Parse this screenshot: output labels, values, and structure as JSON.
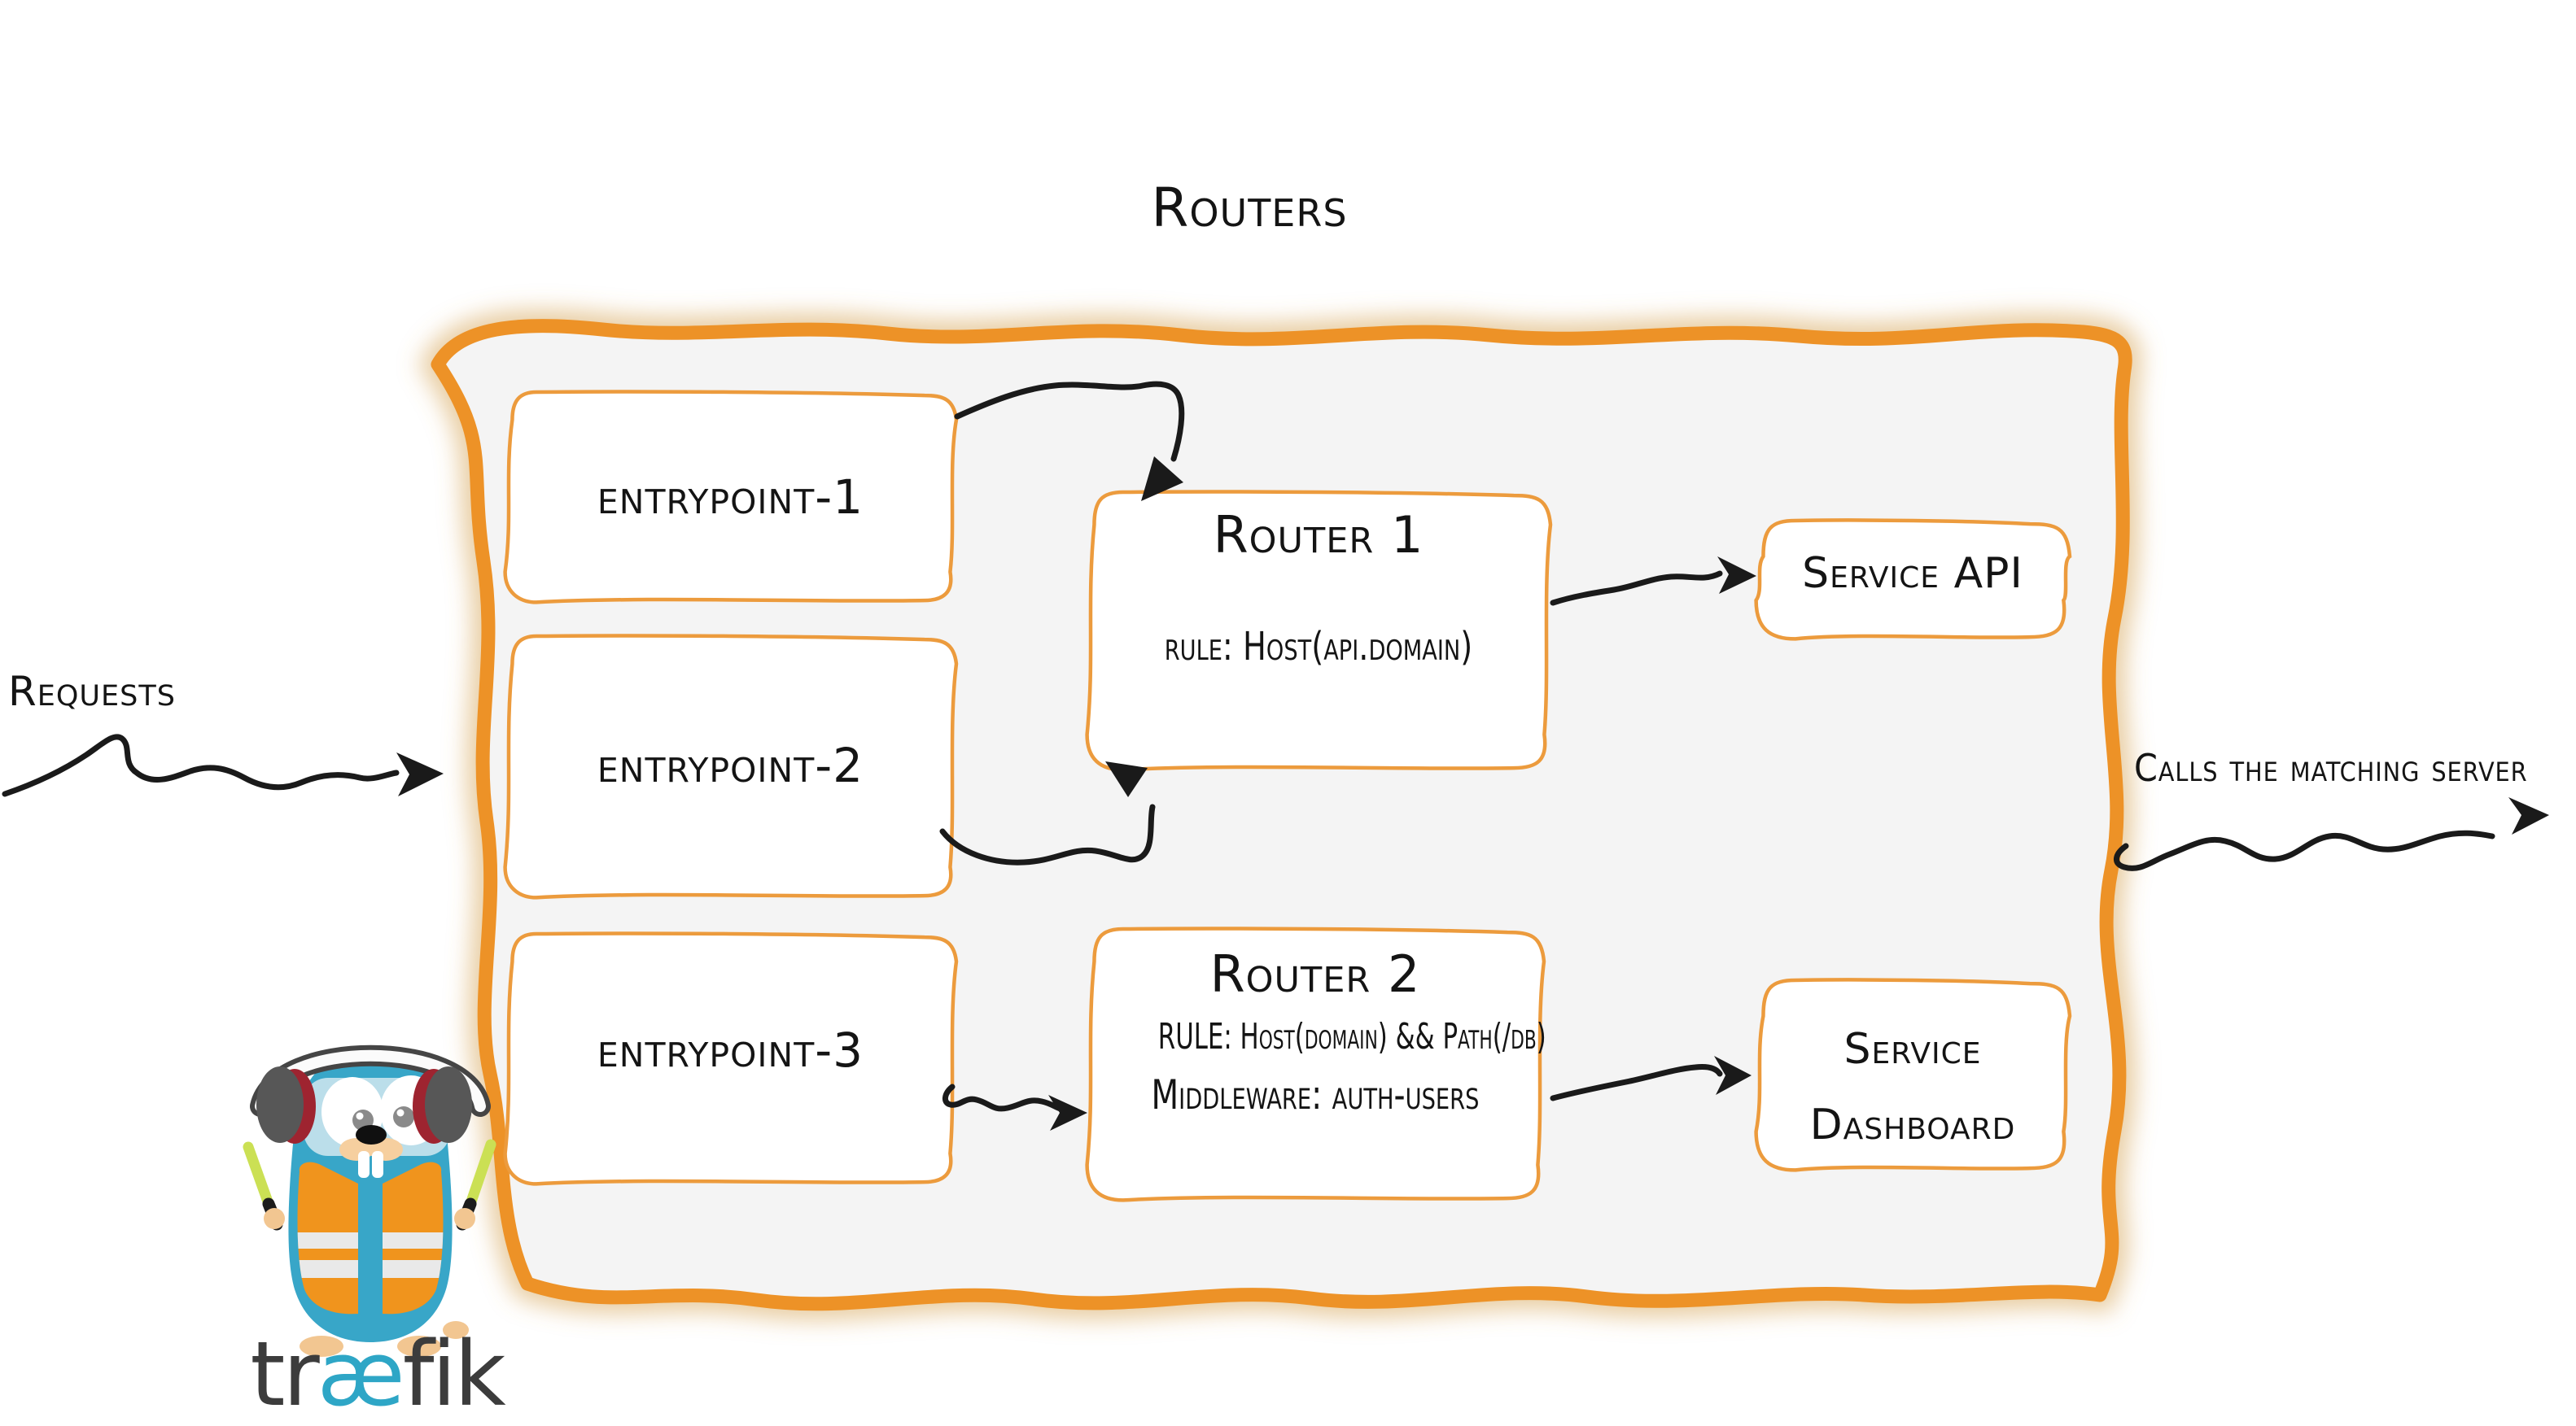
{
  "title": "Routers",
  "side_labels": {
    "requests": "Requests",
    "calls_server": "Calls the matching server"
  },
  "entrypoints": [
    {
      "label": "entrypoint-1"
    },
    {
      "label": "entrypoint-2"
    },
    {
      "label": "entrypoint-3"
    }
  ],
  "routers": [
    {
      "title": "Router 1",
      "rule": "rule: Host(api.domain)"
    },
    {
      "title": "Router 2",
      "rule": "RULE: Host(domain) && Path(/db)",
      "middleware": "Middleware: auth-users"
    }
  ],
  "services": [
    {
      "label": "Service API"
    },
    {
      "label": "Service Dashboard"
    }
  ],
  "logo": {
    "mascot": "traefik-gopher-mascot",
    "wordmark_pre": "tr",
    "wordmark_ae": "æ",
    "wordmark_post": "fik"
  },
  "colors": {
    "container_border_orange": "#ED9227",
    "box_border_orange": "#EC9B3D",
    "container_fill_gray": "#F4F4F4",
    "arrow_black": "#1A1A1A",
    "text_black": "#141414",
    "gopher_teal": "#38A6C8",
    "vest_orange": "#F0941D",
    "baton_green": "#CBE054",
    "headphone_red": "#9E2430",
    "wordmark_gray": "#3C3C3C",
    "wordmark_ae_teal": "#2EA6C6"
  }
}
